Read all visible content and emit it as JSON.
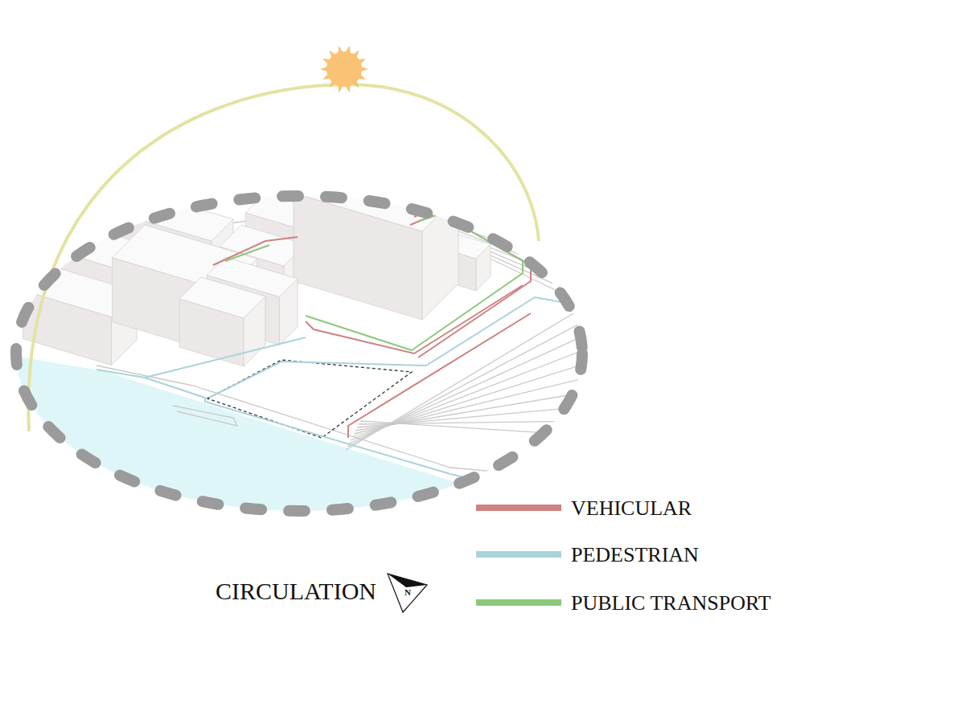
{
  "diagram": {
    "title": "CIRCULATION",
    "labels": [
      "N"
    ],
    "legend": [
      {
        "text": "VEHICULAR",
        "color": "#cf8282"
      },
      {
        "text": "PEDESTRIAN",
        "color": "#a9d3da"
      },
      {
        "text": "PUBLIC TRANSPORT",
        "color": "#8cc87a"
      }
    ]
  }
}
